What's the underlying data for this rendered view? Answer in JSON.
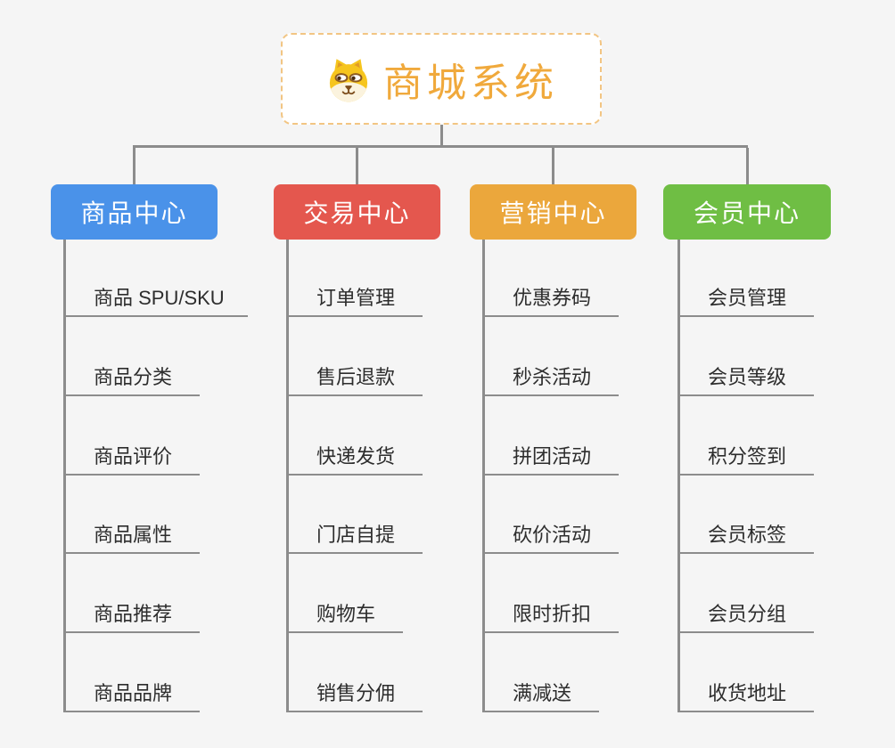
{
  "canvas": {
    "background": "#f5f5f5",
    "line_color": "#8c8c8c",
    "underline_color": "#8c8c8c"
  },
  "root": {
    "title": "商城系统",
    "icon": "dog-face-icon",
    "text_color": "#f0a93c",
    "border_color": "#f2c583",
    "background": "#ffffff"
  },
  "branches": [
    {
      "label": "商品中心",
      "color": "#4a92e9",
      "children": [
        "商品 SPU/SKU",
        "商品分类",
        "商品评价",
        "商品属性",
        "商品推荐",
        "商品品牌"
      ]
    },
    {
      "label": "交易中心",
      "color": "#e4574e",
      "children": [
        "订单管理",
        "售后退款",
        "快递发货",
        "门店自提",
        "购物车",
        "销售分佣"
      ]
    },
    {
      "label": "营销中心",
      "color": "#eba73c",
      "children": [
        "优惠券码",
        "秒杀活动",
        "拼团活动",
        "砍价活动",
        "限时折扣",
        "满减送"
      ]
    },
    {
      "label": "会员中心",
      "color": "#6fbe44",
      "children": [
        "会员管理",
        "会员等级",
        "积分签到",
        "会员标签",
        "会员分组",
        "收货地址"
      ]
    }
  ]
}
